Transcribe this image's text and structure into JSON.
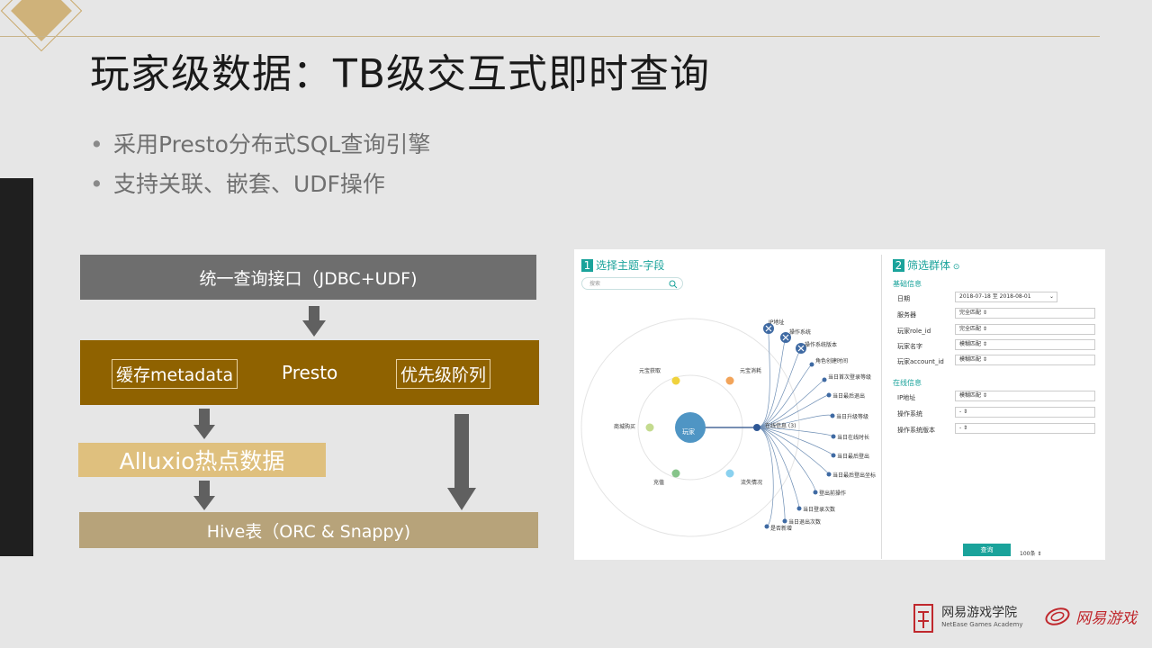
{
  "slide": {
    "title": "玩家级数据：TB级交互式即时查询",
    "bullets": [
      "采用Presto分布式SQL查询引擎",
      "支持关联、嵌套、UDF操作"
    ]
  },
  "architecture": {
    "api": "统一查询接口（JDBC+UDF)",
    "presto": {
      "left_tag": "缓存metadata",
      "center": "Presto",
      "right_tag": "优先级阶列"
    },
    "alluxio": "Alluxio热点数据",
    "hive": "Hive表（ORC & Snappy)"
  },
  "screenshot": {
    "section1": {
      "num": "1",
      "title": "选择主题-字段",
      "search_placeholder": "搜索"
    },
    "section2": {
      "num": "2",
      "title": "筛选群体"
    },
    "center_label": "玩家",
    "left_nodes": [
      "元宝获取",
      "元宝消耗",
      "商城购买",
      "充值",
      "流失情况"
    ],
    "online_node": "在线信息 (3)",
    "right_nodes": [
      "IP地址",
      "操作系统",
      "操作系统版本",
      "角色创建时间",
      "当日首次登录等级",
      "当日最后退出",
      "当日升级等级",
      "当日在线时长",
      "当日最后登出",
      "当日最后登出坐标",
      "登出前操作",
      "当日登录次数",
      "当日退出次数",
      "是否新增"
    ],
    "basic_info": {
      "title": "基础信息",
      "rows": [
        {
          "label": "日期",
          "value": "2018-07-18 至 2018-08-01"
        },
        {
          "label": "服务器",
          "value": "完全匹配"
        },
        {
          "label": "玩家role_id",
          "value": "完全匹配"
        },
        {
          "label": "玩家名字",
          "value": "模糊匹配"
        },
        {
          "label": "玩家account_id",
          "value": "模糊匹配"
        }
      ]
    },
    "online_info": {
      "title": "在线信息",
      "rows": [
        {
          "label": "IP地址",
          "value": "模糊匹配"
        },
        {
          "label": "操作系统",
          "value": "-"
        },
        {
          "label": "操作系统版本",
          "value": "-"
        }
      ]
    },
    "query_button": "查询",
    "row_count": "100条 ⇕"
  },
  "footer": {
    "academy_cn": "网易游戏学院",
    "academy_en": "NetEase Games Academy",
    "games_cn": "网易游戏"
  },
  "colors": {
    "accent": "#1aa39b",
    "presto": "#8f6200",
    "alluxio": "#dfc07e",
    "hive": "#b7a37a"
  }
}
